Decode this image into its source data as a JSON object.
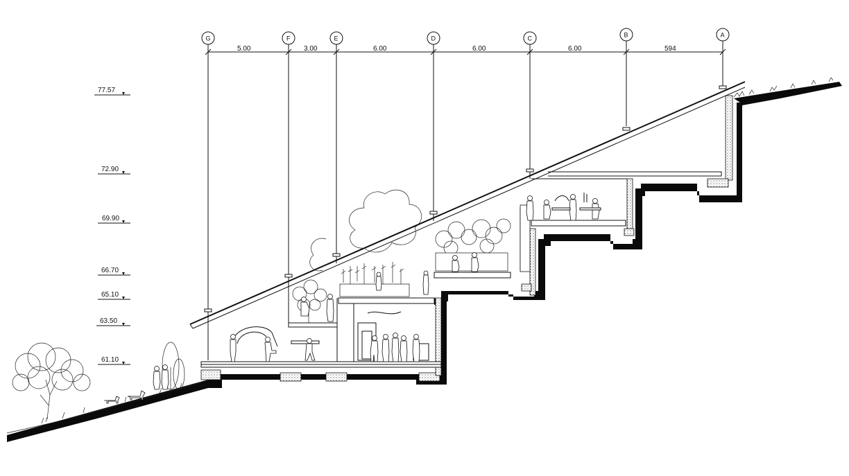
{
  "levels": [
    "77.57",
    "72.90",
    "69.90",
    "66.70",
    "65.10",
    "63.50",
    "61.10"
  ],
  "grid_lines": [
    {
      "label": "G"
    },
    {
      "label": "F"
    },
    {
      "label": "E"
    },
    {
      "label": "D"
    },
    {
      "label": "C"
    },
    {
      "label": "B"
    },
    {
      "label": "A"
    }
  ],
  "dimensions": [
    "5.00",
    "3.00",
    "6.00",
    "6.00",
    "6.00",
    "594"
  ]
}
